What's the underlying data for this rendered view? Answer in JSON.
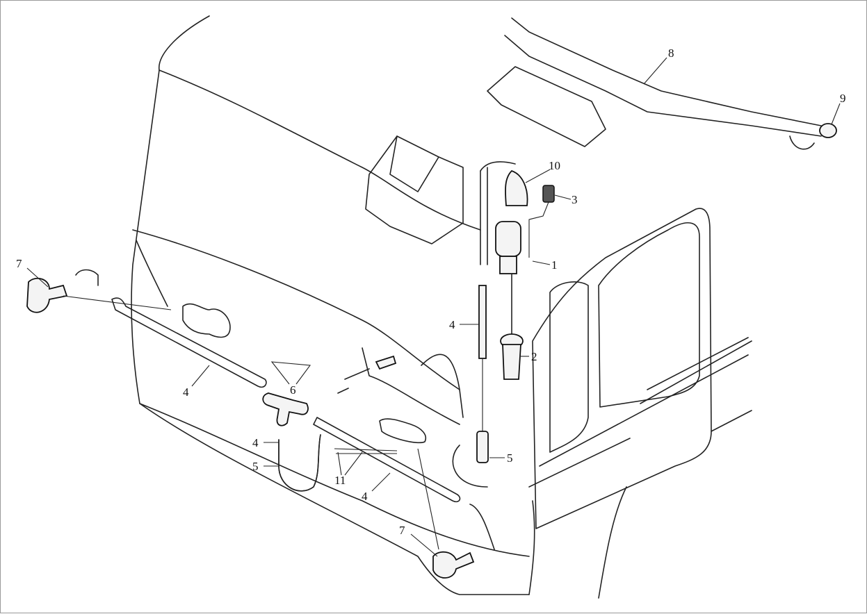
{
  "figure": {
    "callouts": {
      "c1": "1",
      "c2": "2",
      "c3": "3",
      "c4a": "4",
      "c4b": "4",
      "c4c": "4",
      "c4d": "4",
      "c5a": "5",
      "c5b": "5",
      "c6": "6",
      "c7a": "7",
      "c7b": "7",
      "c8": "8",
      "c9": "9",
      "c10": "10",
      "c11": "11"
    }
  }
}
